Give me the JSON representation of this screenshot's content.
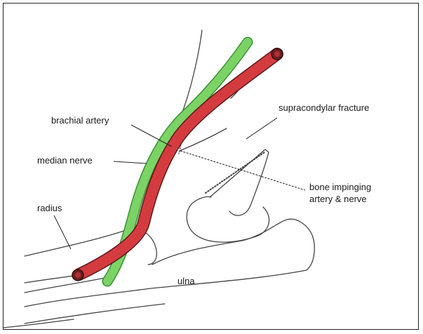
{
  "labels": {
    "brachial_artery": "brachial artery",
    "median_nerve": "median nerve",
    "radius": "radius",
    "ulna": "ulna",
    "supracondylar_fracture": "supracondylar fracture",
    "bone_impinging_line1": "bone impinging",
    "bone_impinging_line2": "artery & nerve"
  },
  "colors": {
    "artery": "#d43b3f",
    "nerve": "#7bd366",
    "outline": "#333333"
  }
}
